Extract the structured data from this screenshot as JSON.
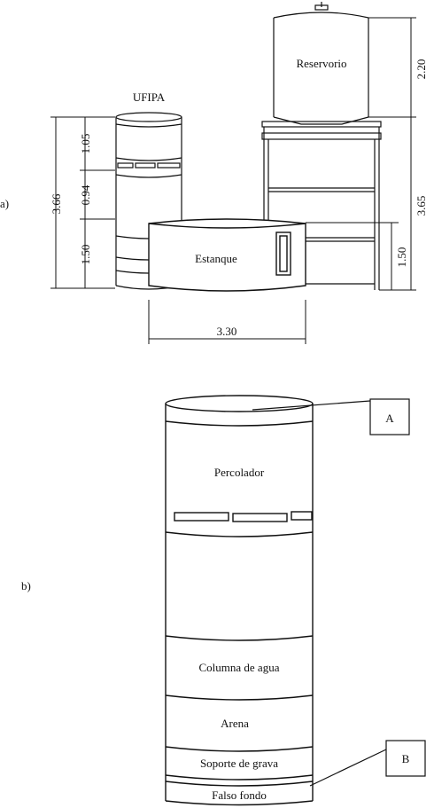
{
  "part_a": {
    "marker": "a)",
    "ufipa_label": "UFIPA",
    "reservorio_label": "Reservorio",
    "estanque_label": "Estanque",
    "dims": {
      "total_left": "3.66",
      "top_left": "1.05",
      "mid_left": "0.94",
      "bottom_left": "1.50",
      "tank_width": "3.30",
      "reservoir_height": "2.20",
      "tower_height": "3.65",
      "tower_inner": "1.50"
    }
  },
  "part_b": {
    "marker": "b)",
    "callout_a": "A",
    "callout_b": "B",
    "layers": {
      "percolador": "Percolador",
      "columna": "Columna de agua",
      "arena": "Arena",
      "grava": "Soporte de grava",
      "fondo": "Falso fondo"
    }
  }
}
